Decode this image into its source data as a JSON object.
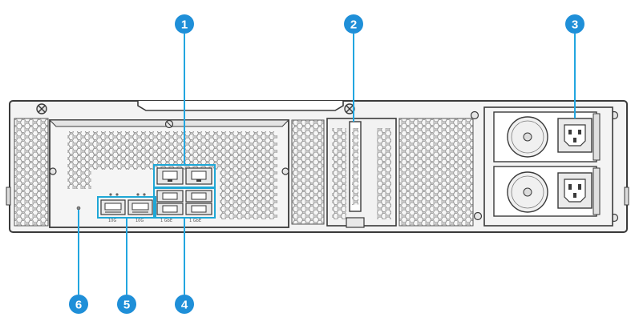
{
  "colors": {
    "callout_fill": "#1f8fd8",
    "callout_line": "#22a6e0",
    "highlight": "#1fa7d6",
    "chassis_stroke": "#3a3a3a",
    "chassis_fill": "#f3f3f3",
    "hex_fill": "#f7f7f7",
    "hex_stroke": "#8a8a8a"
  },
  "callouts": [
    {
      "label": "1"
    },
    {
      "label": "2"
    },
    {
      "label": "3"
    },
    {
      "label": "4"
    },
    {
      "label": "5"
    },
    {
      "label": "6"
    }
  ],
  "port_labels": {
    "sfp_left": "10G",
    "sfp_right": "10G",
    "ethernet_left": "1 GbE",
    "ethernet_right": "1 GbE"
  },
  "icons": [
    "screw-icon",
    "rj45-port-icon",
    "sfp-port-icon",
    "power-inlet-icon",
    "fan-icon",
    "led-icon"
  ]
}
